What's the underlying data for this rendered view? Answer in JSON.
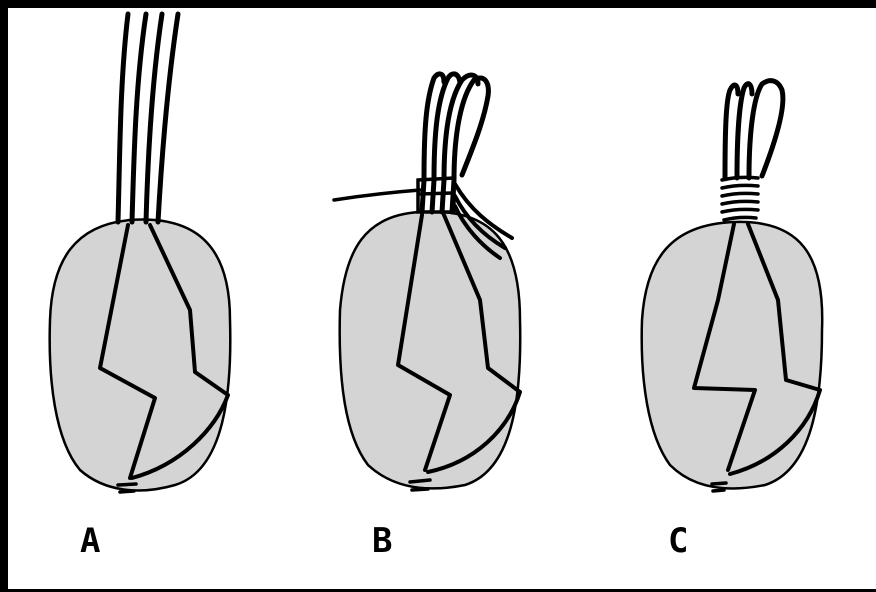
{
  "labels": {
    "a": "A",
    "b": "B",
    "c": "C"
  },
  "colors": {
    "stone_fill": "#d4d4d4",
    "line": "#000000",
    "background": "#ffffff"
  }
}
